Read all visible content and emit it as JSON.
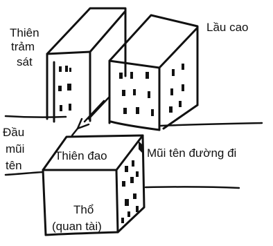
{
  "labels": {
    "thien_tram_sat_1": "Thiên",
    "thien_tram_sat_2": "trảm",
    "thien_tram_sat_3": "sát",
    "lau_cao": "Lầu cao",
    "dau_mui_ten_1": "Đầu",
    "dau_mui_ten_2": "mũi",
    "dau_mui_ten_3": "tên",
    "thien_dao": "Thiên đao",
    "mui_ten_duong_di": "Mũi tên đường đi",
    "tho": "Thổ",
    "quan_tai": "(quan tài)"
  },
  "colors": {
    "ink": "#111111",
    "background": "#ffffff"
  }
}
